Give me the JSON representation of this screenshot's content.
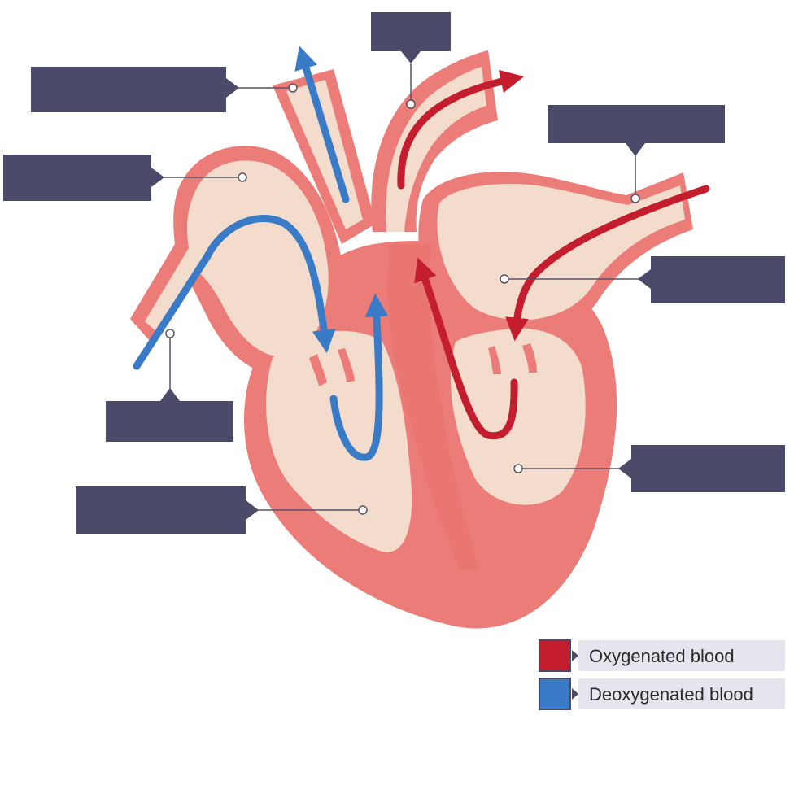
{
  "colors": {
    "heart_outer": "#ec7c78",
    "heart_inner": "#f4dccd",
    "heart_muscle": "#ea7671",
    "oxygenated": "#c41e2e",
    "deoxygenated": "#3a7bc8",
    "label_box": "#4b4a68",
    "legend_bg": "#e8e4ee",
    "leader_line": "#555566"
  },
  "labels": [
    {
      "id": "label-top-center",
      "text": ""
    },
    {
      "id": "label-top-left",
      "text": ""
    },
    {
      "id": "label-left-upper",
      "text": ""
    },
    {
      "id": "label-right-upper",
      "text": ""
    },
    {
      "id": "label-right-middle",
      "text": ""
    },
    {
      "id": "label-left-lower",
      "text": ""
    },
    {
      "id": "label-bottom-left",
      "text": ""
    },
    {
      "id": "label-bottom-right",
      "text": ""
    }
  ],
  "legend": [
    {
      "label": "Oxygenated blood",
      "color": "#c41e2e"
    },
    {
      "label": "Deoxygenated blood",
      "color": "#3a7bc8"
    }
  ]
}
